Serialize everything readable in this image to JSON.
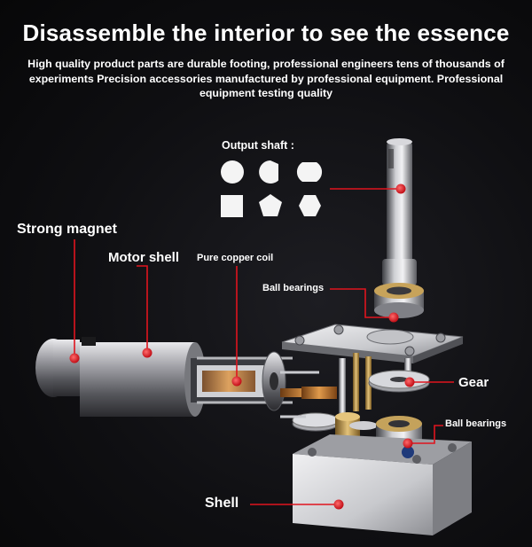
{
  "header": {
    "title": "Disassemble the interior to see the essence",
    "subtitle": "High quality product parts are durable footing, professional engineers tens of thousands of experiments Precision accessories manufactured by professional equipment. Professional equipment testing quality"
  },
  "labels": {
    "output_shaft": "Output shaft :",
    "strong_magnet": "Strong magnet",
    "motor_shell": "Motor shell",
    "pure_copper_coil": "Pure copper coil",
    "ball_bearings_top": "Ball bearings",
    "gear": "Gear",
    "ball_bearings_bottom": "Ball bearings",
    "shell": "Shell"
  },
  "colors": {
    "accent": "#e0141e",
    "text": "#ffffff",
    "background": "#0b0b0d"
  }
}
